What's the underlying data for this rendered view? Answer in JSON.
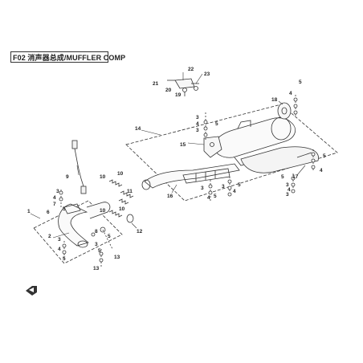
{
  "diagram": {
    "title": "F02 消声器总成/MUFFLER COMP",
    "callouts": [
      {
        "id": "c1",
        "text": "1"
      },
      {
        "id": "c2",
        "text": "2"
      },
      {
        "id": "c3a",
        "text": "3"
      },
      {
        "id": "c3b",
        "text": "3"
      },
      {
        "id": "c3c",
        "text": "3"
      },
      {
        "id": "c3d",
        "text": "3"
      },
      {
        "id": "c3e",
        "text": "3"
      },
      {
        "id": "c3f",
        "text": "3"
      },
      {
        "id": "c3g",
        "text": "3"
      },
      {
        "id": "c3h",
        "text": "3"
      },
      {
        "id": "c3i",
        "text": "3"
      },
      {
        "id": "c4a",
        "text": "4"
      },
      {
        "id": "c4b",
        "text": "4"
      },
      {
        "id": "c4c",
        "text": "4"
      },
      {
        "id": "c4d",
        "text": "4"
      },
      {
        "id": "c4e",
        "text": "4"
      },
      {
        "id": "c4f",
        "text": "4"
      },
      {
        "id": "c4g",
        "text": "4"
      },
      {
        "id": "c4h",
        "text": "4"
      },
      {
        "id": "c5a",
        "text": "5"
      },
      {
        "id": "c5b",
        "text": "5"
      },
      {
        "id": "c5c",
        "text": "5"
      },
      {
        "id": "c5d",
        "text": "5"
      },
      {
        "id": "c5e",
        "text": "5"
      },
      {
        "id": "c5f",
        "text": "5"
      },
      {
        "id": "c5g",
        "text": "5"
      },
      {
        "id": "c5h",
        "text": "5"
      },
      {
        "id": "c5i",
        "text": "5"
      },
      {
        "id": "c5j",
        "text": "5"
      },
      {
        "id": "c6",
        "text": "6"
      },
      {
        "id": "c7",
        "text": "7"
      },
      {
        "id": "c8",
        "text": "8"
      },
      {
        "id": "c9",
        "text": "9"
      },
      {
        "id": "c10a",
        "text": "10"
      },
      {
        "id": "c10b",
        "text": "10"
      },
      {
        "id": "c10c",
        "text": "10"
      },
      {
        "id": "c10d",
        "text": "10"
      },
      {
        "id": "c11",
        "text": "11"
      },
      {
        "id": "c12",
        "text": "12"
      },
      {
        "id": "c13a",
        "text": "13"
      },
      {
        "id": "c13b",
        "text": "13"
      },
      {
        "id": "c14",
        "text": "14"
      },
      {
        "id": "c15",
        "text": "15"
      },
      {
        "id": "c16",
        "text": "16"
      },
      {
        "id": "c17",
        "text": "17"
      },
      {
        "id": "c18",
        "text": "18"
      },
      {
        "id": "c19",
        "text": "19"
      },
      {
        "id": "c20",
        "text": "20"
      },
      {
        "id": "c21",
        "text": "21"
      },
      {
        "id": "c22",
        "text": "22"
      },
      {
        "id": "c23",
        "text": "23"
      }
    ]
  },
  "icons": {
    "corner": "forward-arrow-icon"
  }
}
